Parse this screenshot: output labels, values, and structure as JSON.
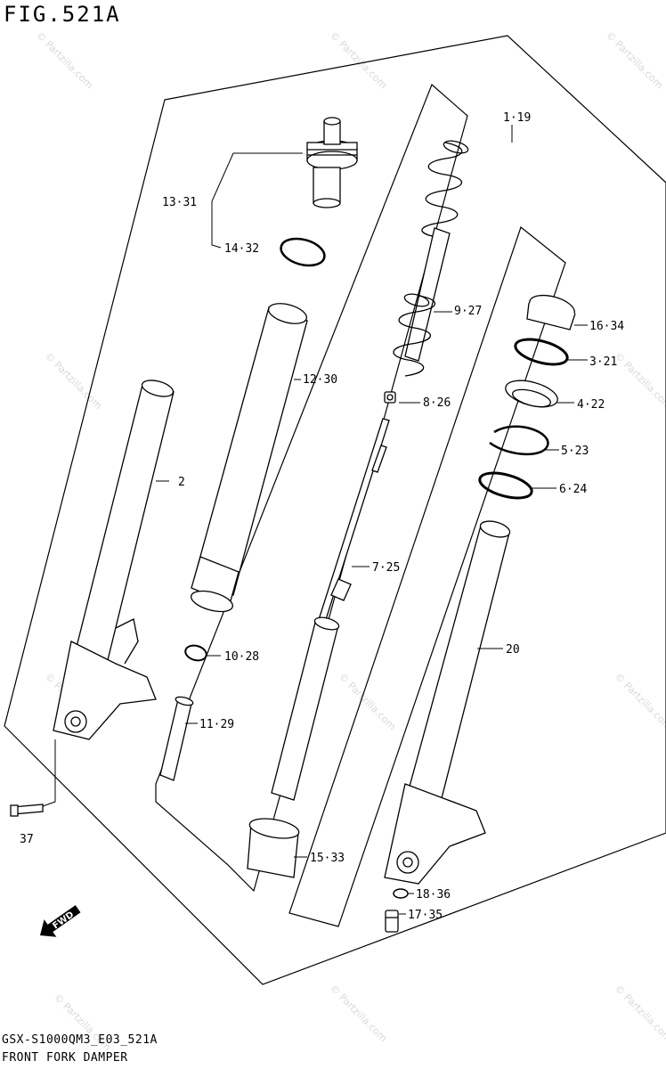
{
  "figure": {
    "title": "FIG.521A",
    "code": "GSX-S1000QM3_E03_521A",
    "name": "FRONT FORK DAMPER"
  },
  "watermark": {
    "text": "© Partzilla.com",
    "color": "#d9d9d9"
  },
  "fwd_badge": "FWD",
  "callouts": [
    {
      "id": "1-19",
      "label": "1·19"
    },
    {
      "id": "2",
      "label": "2"
    },
    {
      "id": "3-21",
      "label": "3·21"
    },
    {
      "id": "4-22",
      "label": "4·22"
    },
    {
      "id": "5-23",
      "label": "5·23"
    },
    {
      "id": "6-24",
      "label": "6·24"
    },
    {
      "id": "7-25",
      "label": "7·25"
    },
    {
      "id": "8-26",
      "label": "8·26"
    },
    {
      "id": "9-27",
      "label": "9·27"
    },
    {
      "id": "10-28",
      "label": "10·28"
    },
    {
      "id": "11-29",
      "label": "11·29"
    },
    {
      "id": "12-30",
      "label": "12·30"
    },
    {
      "id": "13-31",
      "label": "13·31"
    },
    {
      "id": "14-32",
      "label": "14·32"
    },
    {
      "id": "15-33",
      "label": "15·33"
    },
    {
      "id": "16-34",
      "label": "16·34"
    },
    {
      "id": "17-35",
      "label": "17·35"
    },
    {
      "id": "18-36",
      "label": "18·36"
    },
    {
      "id": "20",
      "label": "20"
    },
    {
      "id": "37",
      "label": "37"
    }
  ]
}
